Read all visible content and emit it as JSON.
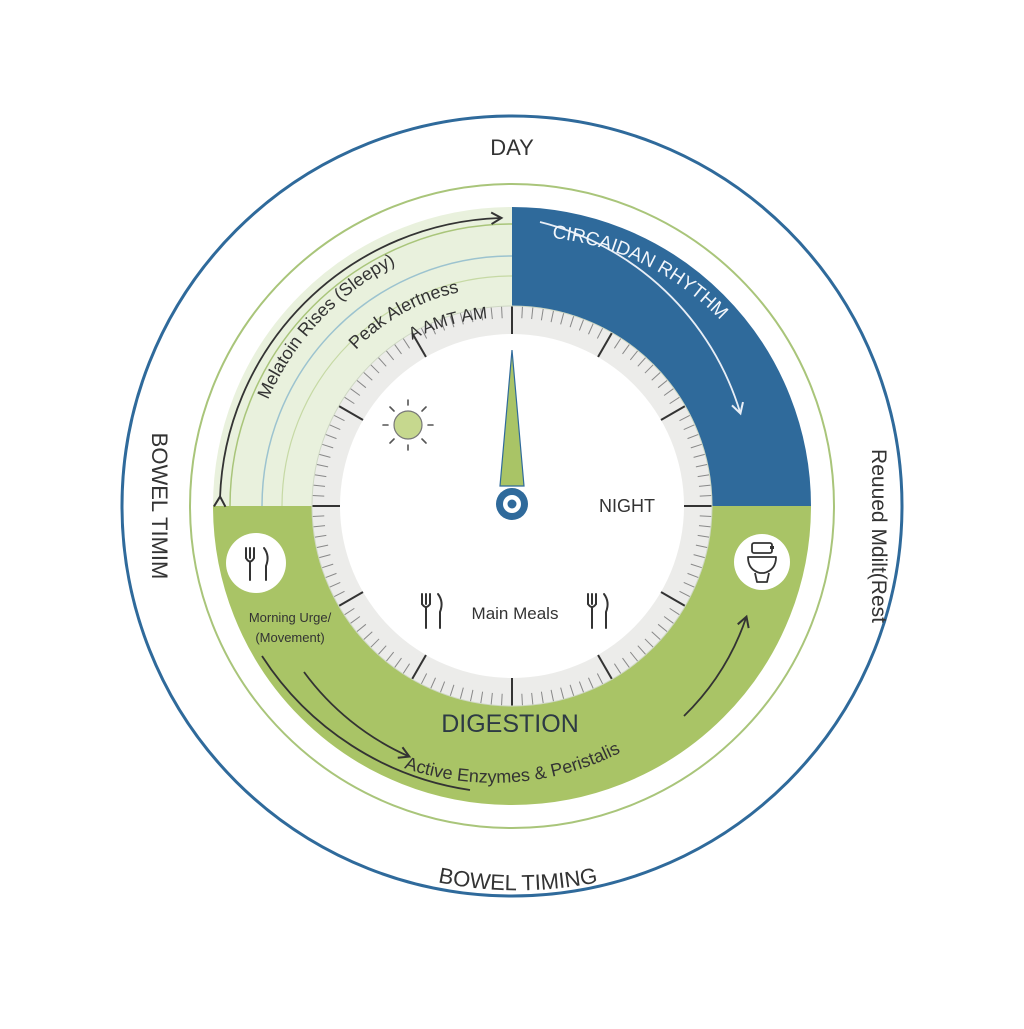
{
  "labels": {
    "day": "DAY",
    "bowel_timing_bottom": "BOWEL TIMING",
    "bowel_timim_left": "BOWEL TIMIM",
    "reuued_right": "Reuued Mdilt(Rest",
    "circadian": "CIRCAIDAN RHYTHM",
    "melatonin": "Melatoin Rises (Sleepy)",
    "peak": "Peak Alertness",
    "aamt": "A AMT AM",
    "night": "NIGHT",
    "main_meals": "Main Meals",
    "morning_urge_1": "Morning Urge/",
    "morning_urge_2": "(Movement)",
    "digestion": "DIGESTION",
    "enzymes": "Active Enzymes & Peristalis"
  },
  "icons": [
    "sun-icon",
    "moon-icon",
    "fork-knife-icon",
    "toilet-icon"
  ],
  "colors": {
    "outer_ring": "#2f6a9b",
    "green_ring": "#a9c57a",
    "day_quadrant": "#e9f1dd",
    "night_quadrant": "#2f6a9b",
    "digestion_band": "#a9c466",
    "dial_band": "#ececea",
    "needle": "#a9c466",
    "needle_hub": "#2f6a9b",
    "moon": "#d6e3a8",
    "sun": "#c6d88e",
    "text_dark": "#333333",
    "text_light": "#f2f6fb"
  }
}
